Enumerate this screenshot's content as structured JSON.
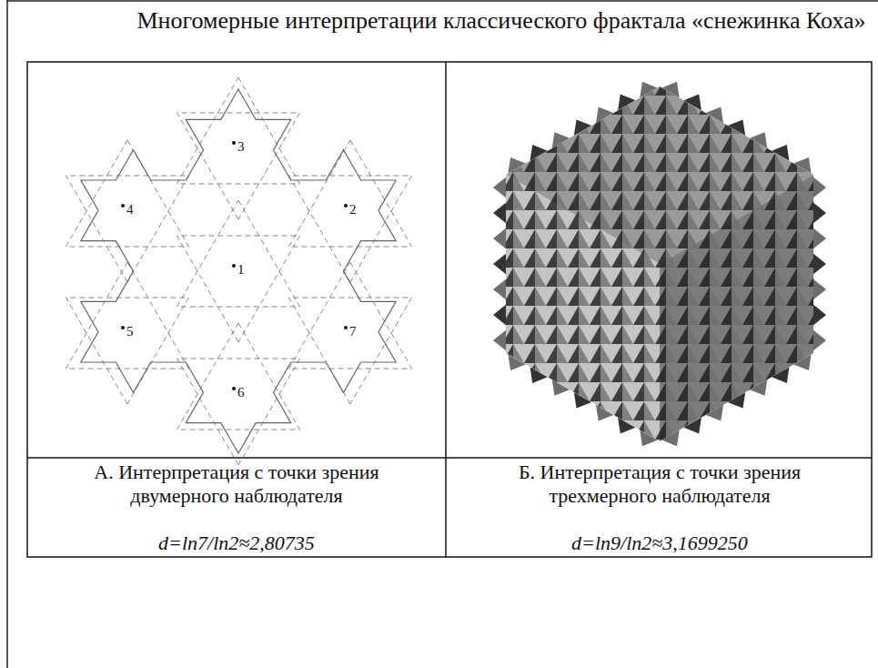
{
  "diagram": {
    "title": "Многомерные интерпретации классического фрактала «снежинка Коха»",
    "labels": [
      "3",
      "4",
      "2",
      "1",
      "5",
      "7",
      "6",
      "А. Интерпретация с точки зрения двумерного наблюдателя",
      "d=ln7/ln2≈2,80735",
      "Б. Интерпретация с точки зрения трехмерного наблюдателя",
      "d=ln9/ln2≈3,1699250"
    ]
  }
}
